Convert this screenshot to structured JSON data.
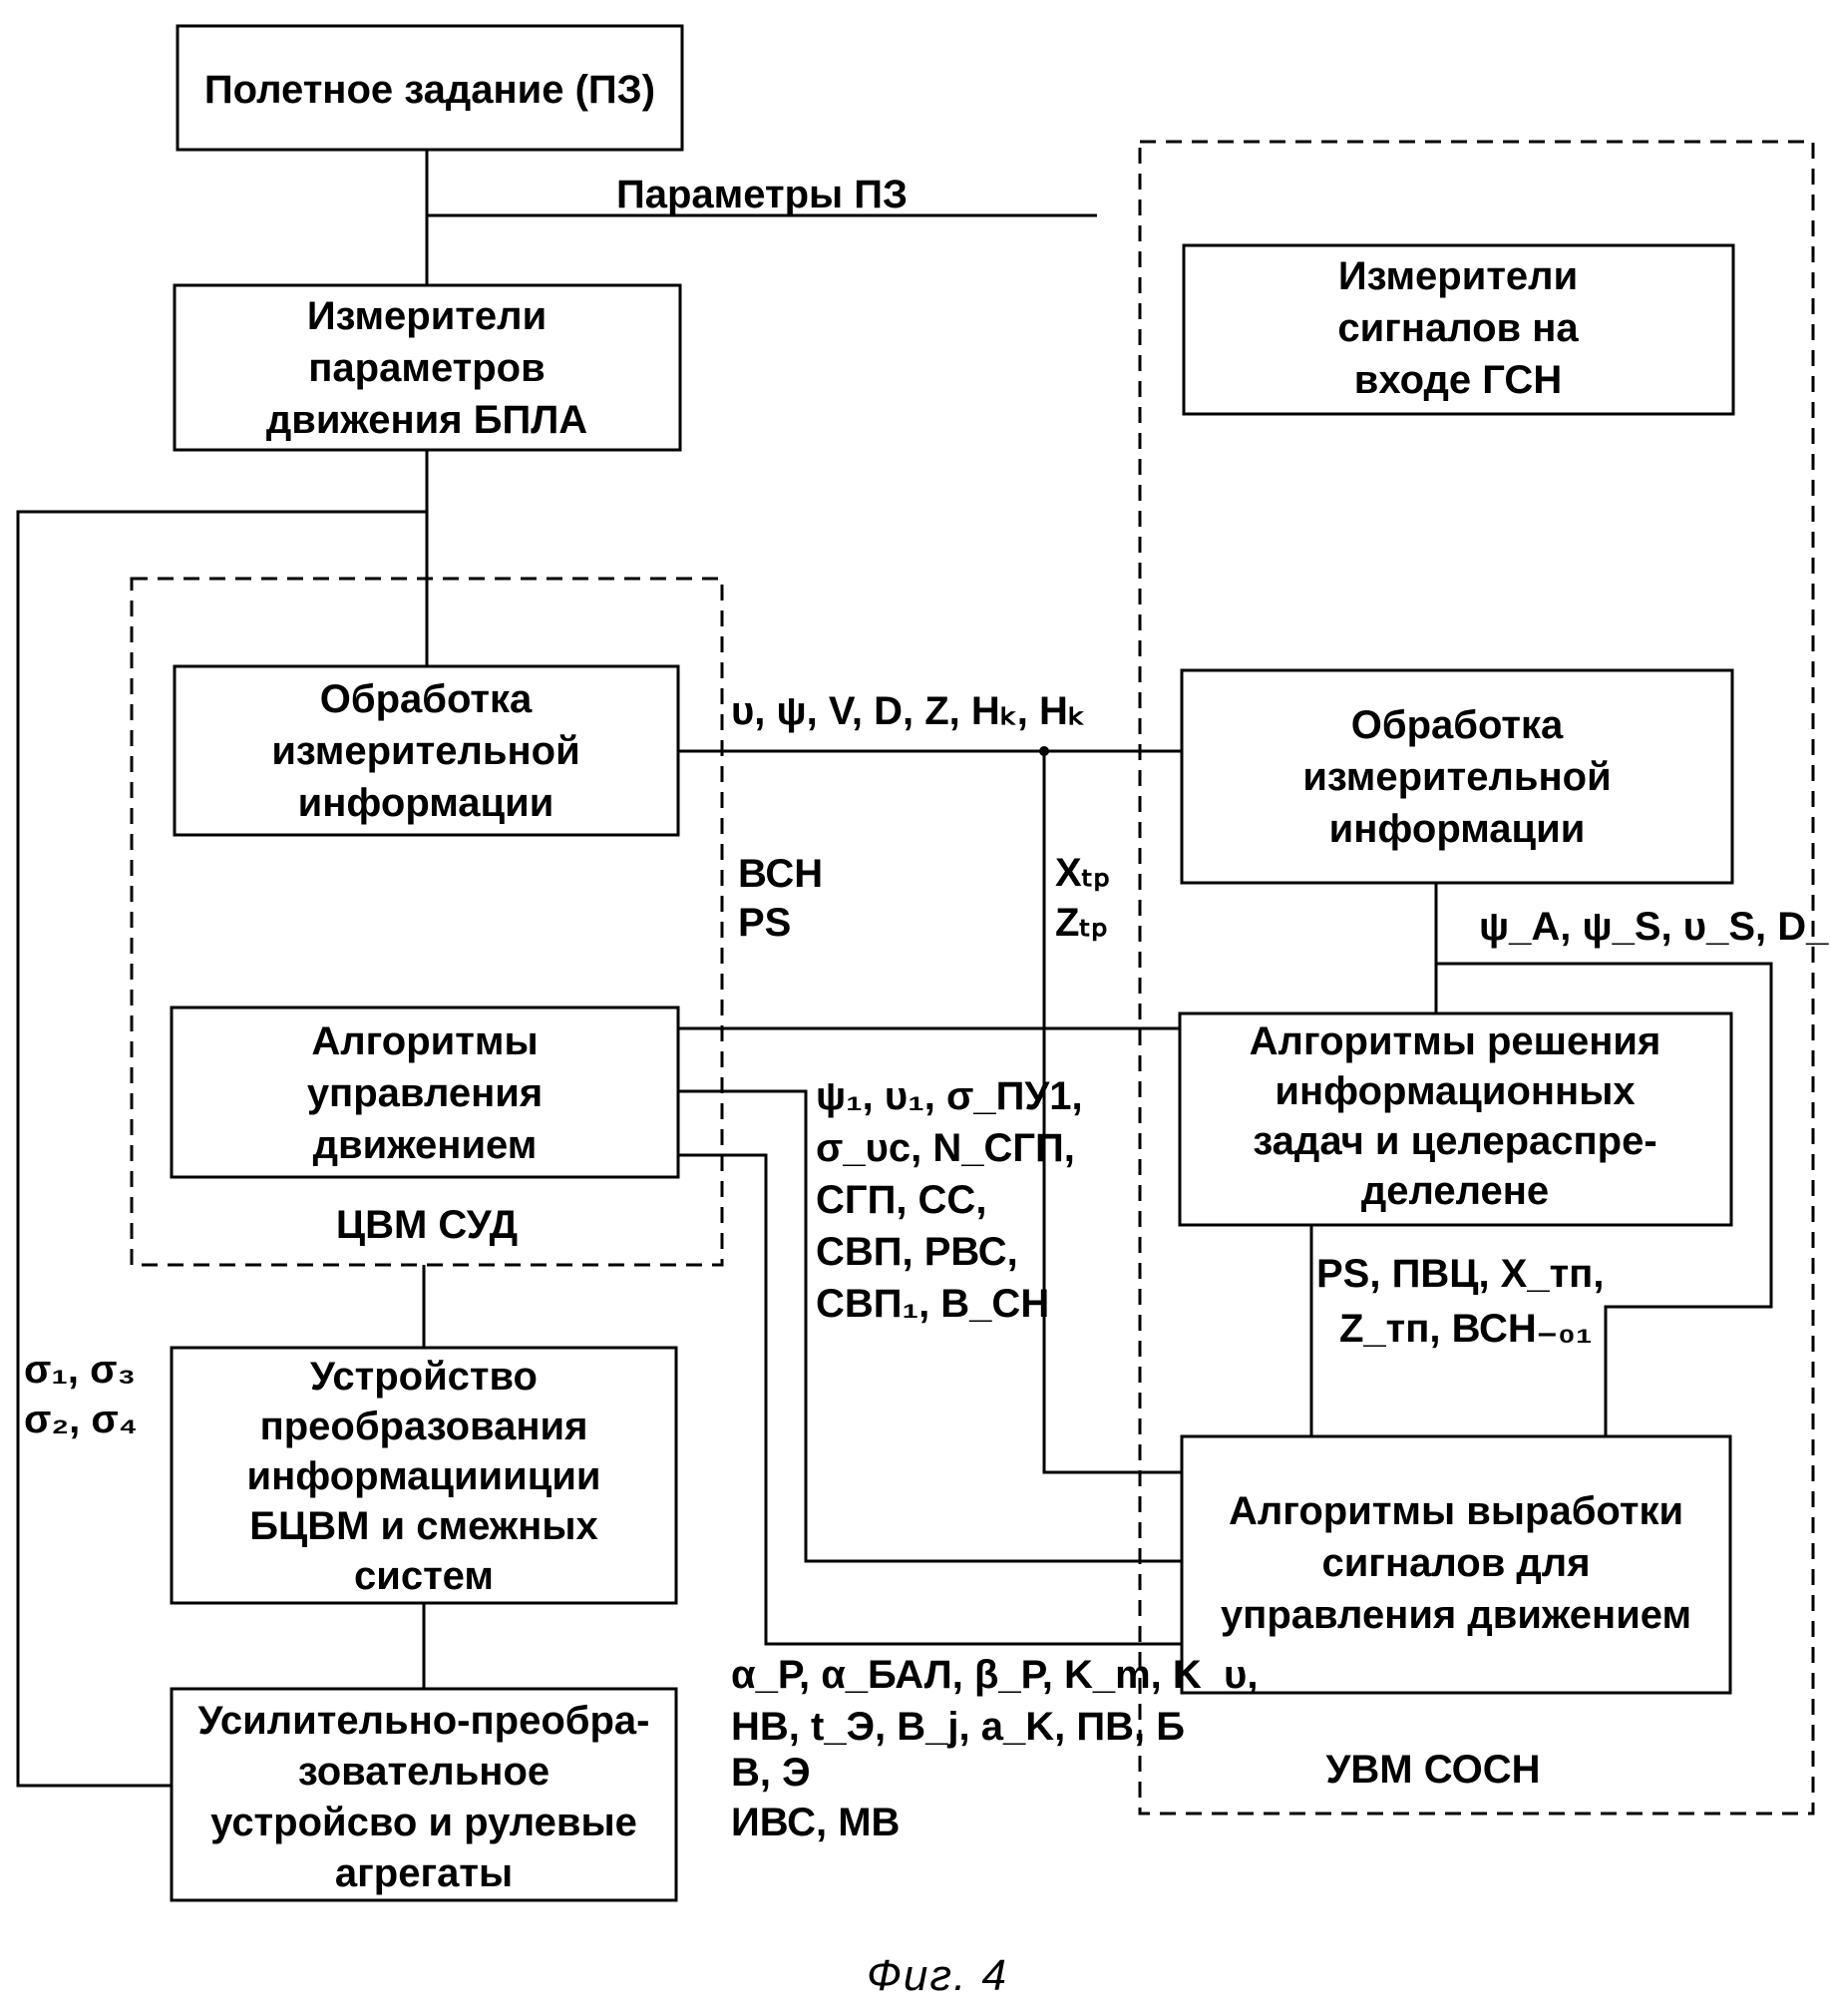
{
  "caption": "Фиг. 4",
  "blocks": {
    "flight_task": [
      "Полетное задание (ПЗ)"
    ],
    "motion_meters": [
      "Измерители",
      "параметров",
      "движения БПЛА"
    ],
    "signal_meters": [
      "Измерители",
      "сигналов на",
      "входе ГСН"
    ],
    "proc_left": [
      "Обработка",
      "измерительной",
      "информации"
    ],
    "proc_right": [
      "Обработка",
      "измерительной",
      "информации"
    ],
    "ctrl_algo": [
      "Алгоритмы",
      "управления",
      "движением"
    ],
    "info_algo": [
      "Алгоритмы решения",
      "информационных",
      "задач  и целераспре-",
      "делелене"
    ],
    "converter": [
      "Устройство",
      "преобразования",
      "информациииции",
      "БЦВМ и смежных",
      "систем"
    ],
    "signal_algo": [
      "Алгоритмы выработки",
      "сигналов для",
      "управления движением"
    ],
    "amplifier": [
      "Усилительно-преобра-",
      "зовательное",
      "устройсво и рулевые",
      "агрегаты"
    ]
  },
  "groups": {
    "left": "ЦВМ СУД",
    "right": "УВМ СОСН"
  },
  "labels": {
    "pz_params": "Параметры ПЗ",
    "sigma_line1": "σ₁, σ₃",
    "sigma_line2": "σ₂, σ₄",
    "top_signals": "υ, ψ, V, D, Z, Hₖ, Hₖ",
    "vsn_ps": [
      "ВСН",
      "PS"
    ],
    "xz_tp": [
      "Xₜₚ",
      "Zₜₚ"
    ],
    "psi_group": "ψ_A, ψ_S, υ_S, D_РЦ",
    "ctrl_outputs": [
      "ψ₁, υ₁, σ_ПУ1,",
      "σ_υс, N_СГП,",
      "СГП, СС,",
      "СВП, РВС,",
      "СВП₁, B_СН"
    ],
    "ps_group": [
      "PS, ПВЦ, X_тп,",
      "Z_тп, ВСН₋₀₁"
    ],
    "bottom_params": [
      "α_Р, α_БАЛ, β_Р, K_m, K_υ,",
      "НВ, t_Э, B_j, a_K, ПВ, Б",
      "В, Э",
      "ИВС, МВ"
    ]
  }
}
